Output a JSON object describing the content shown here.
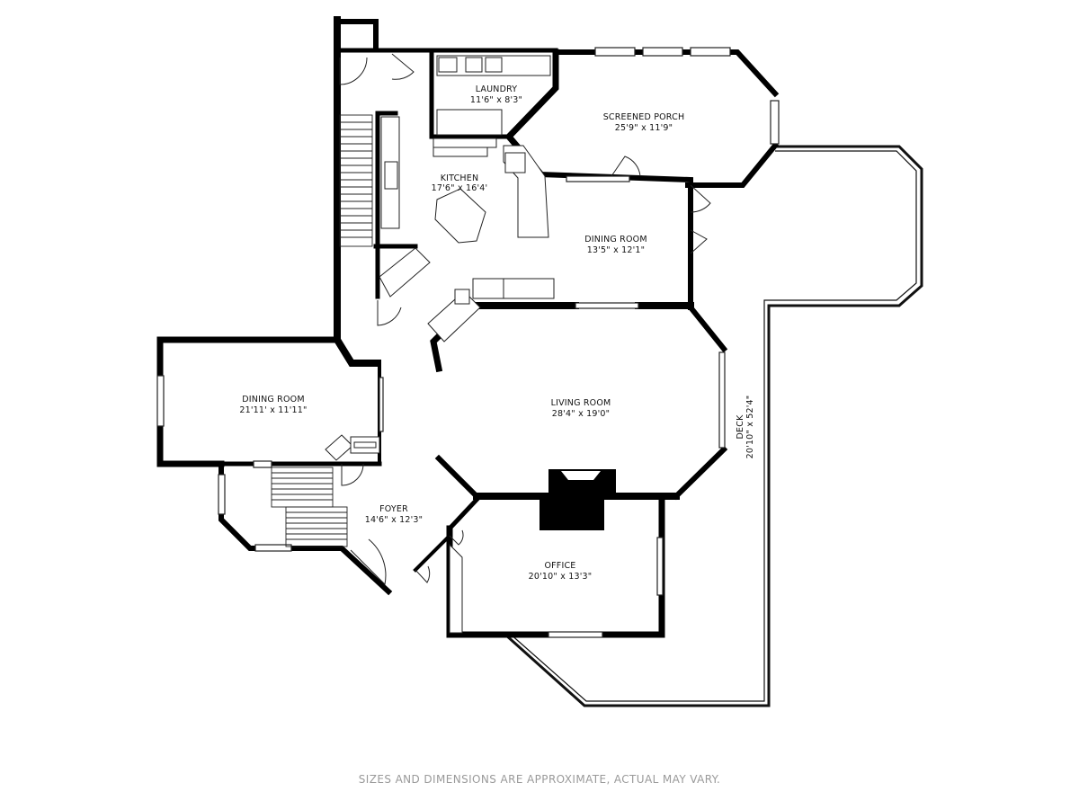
{
  "rooms": {
    "laundry": {
      "name": "LAUNDRY",
      "dims": "11'6\" x 8'3\""
    },
    "screened_porch": {
      "name": "SCREENED PORCH",
      "dims": "25'9\" x 11'9\""
    },
    "kitchen": {
      "name": "KITCHEN",
      "dims": "17'6\" x 16'4'"
    },
    "dining_room_east": {
      "name": "DINING ROOM",
      "dims": "13'5\" x 12'1\""
    },
    "dining_room_west": {
      "name": "DINING ROOM",
      "dims": "21'11' x 11'11\""
    },
    "living_room": {
      "name": "LIVING ROOM",
      "dims": "28'4\" x 19'0\""
    },
    "foyer": {
      "name": "FOYER",
      "dims": "14'6\" x 12'3\""
    },
    "office": {
      "name": "OFFICE",
      "dims": "20'10\" x 13'3\""
    },
    "deck": {
      "name": "DECK",
      "dims": "20'10\" x 52'4\""
    }
  },
  "disclaimer": "SIZES AND DIMENSIONS ARE APPROXIMATE, ACTUAL MAY VARY."
}
